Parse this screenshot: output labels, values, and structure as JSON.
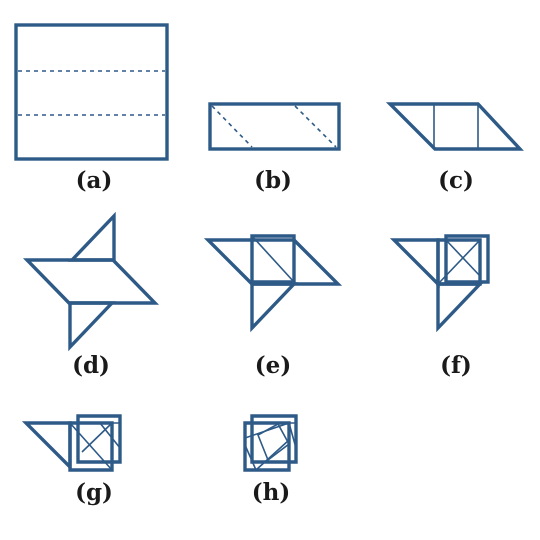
{
  "figure": {
    "panels": [
      {
        "id": "a",
        "caption": "(a)"
      },
      {
        "id": "b",
        "caption": "(b)"
      },
      {
        "id": "c",
        "caption": "(c)"
      },
      {
        "id": "d",
        "caption": "(d)"
      },
      {
        "id": "e",
        "caption": "(e)"
      },
      {
        "id": "f",
        "caption": "(f)"
      },
      {
        "id": "g",
        "caption": "(g)"
      },
      {
        "id": "h",
        "caption": "(h)"
      }
    ],
    "colors": {
      "line": "#2e5a87",
      "caption": "#1a1a1a",
      "background": "#ffffff"
    }
  }
}
